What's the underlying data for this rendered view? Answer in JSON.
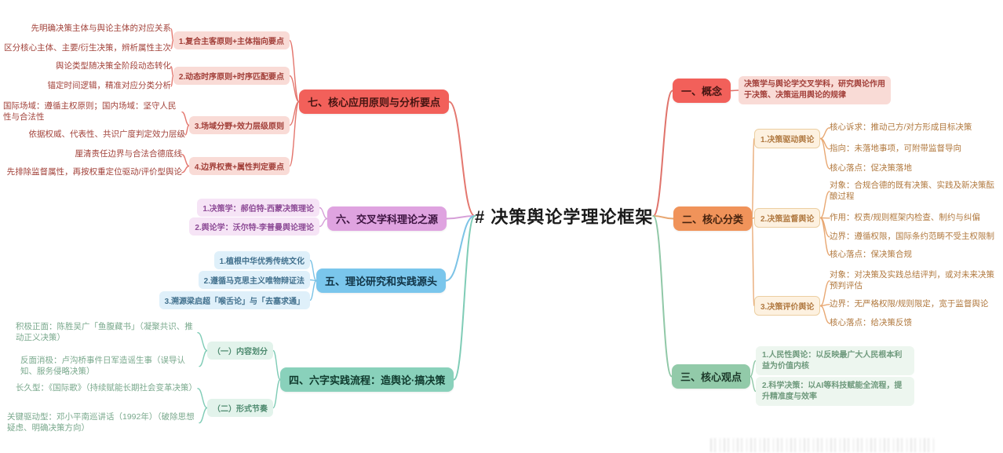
{
  "title": "# 决策舆论学理论框架",
  "branches": {
    "b1": {
      "label": "一、概念",
      "desc": "决策学与舆论学交叉学科，研究舆论作用于决策、决策运用舆论的规律"
    },
    "b2": {
      "label": "二、核心分类",
      "types": [
        {
          "label": "1.决策驱动舆论",
          "items": [
            "核心诉求：推动己方/对方形成目标决策",
            "指向：未落地事项，可附带监督导向",
            "核心落点：促决策落地"
          ]
        },
        {
          "label": "2.决策监督舆论",
          "items": [
            "对象：合规合德的既有决策、实践及新决策酝酿过程",
            "作用：权责/规则框架内检查、制约与纠偏",
            "边界：遵循权限，国际条约范畴不受主权限制",
            "核心落点：保决策合规"
          ]
        },
        {
          "label": "3.决策评价舆论",
          "items": [
            "对象：对决策及实践总结评判，或对未来决策预判评估",
            "边界：无严格权限/规则限定，宽于监督舆论",
            "核心落点：给决策反馈"
          ]
        }
      ]
    },
    "b3": {
      "label": "三、核心观点",
      "points": [
        "1.人民性舆论：以反映最广大人民根本利益为价值内核",
        "2.科学决策：以AI等科技赋能全流程，提升精准度与效率"
      ]
    },
    "b4": {
      "label": "四、六字实践流程：造舆论·搞决策",
      "groups": [
        {
          "label": "（一）内容划分",
          "items": [
            "积极正面：陈胜吴广「鱼腹藏书」（凝聚共识、推动正义决策）",
            "反面消极：卢沟桥事件日军造谣生事（误导认知、服务侵略决策）"
          ]
        },
        {
          "label": "（二）形式节奏",
          "items": [
            "长久型：《国际歌》（持续赋能长期社会变革决策）",
            "关键驱动型：邓小平南巡讲话（1992年）（破除思想疑虑、明确决策方向）"
          ]
        }
      ]
    },
    "b5": {
      "label": "五、理论研究和实践源头",
      "items": [
        "1.植根中华优秀传统文化",
        "2.遵循马克思主义唯物辩证法",
        "3.溯源梁启超「喉舌论」与「去塞求通」"
      ]
    },
    "b6": {
      "label": "六、交叉学科理论之源",
      "items": [
        "1.决策学：郝伯特-西蒙决策理论",
        "2.舆论学：沃尔特-李普曼舆论理论"
      ]
    },
    "b7": {
      "label": "七、核心应用原则与分析要点",
      "principles": [
        {
          "label": "1.复合主客原则+主体指向要点",
          "items": [
            "先明确决策主体与舆论主体的对应关系",
            "区分核心主体、主要/衍生决策，辨析属性主次"
          ]
        },
        {
          "label": "2.动态时序原则+时序匹配要点",
          "items": [
            "舆论类型随决策全阶段动态转化",
            "锚定时间逻辑，精准对应分类分析"
          ]
        },
        {
          "label": "3.场域分野+效力层级原则",
          "items": [
            "国际场域：遵循主权原则；国内场域：坚守人民性与合法性",
            "依据权威、代表性、共识广度判定效力层级"
          ]
        },
        {
          "label": "4.边界权责+属性判定要点",
          "items": [
            "厘清责任边界与合法合德底线",
            "先排除监督属性，再按权重定位驱动/评价型舆论"
          ]
        }
      ]
    }
  },
  "colors": {
    "lines": {
      "b1": "#e0736b",
      "b2": "#e8a873",
      "b3": "#90c8a7",
      "b4": "#7fccb6",
      "b5": "#7cc3e6",
      "b6": "#d69fd8",
      "b7": "#e4776f"
    },
    "node_fills": {
      "red": "#f2605a",
      "orange": "#f0935a",
      "green": "#92caa9",
      "mint": "#89d1bb",
      "blue": "#7ac6ec",
      "purple": "#dfa3e0"
    }
  }
}
